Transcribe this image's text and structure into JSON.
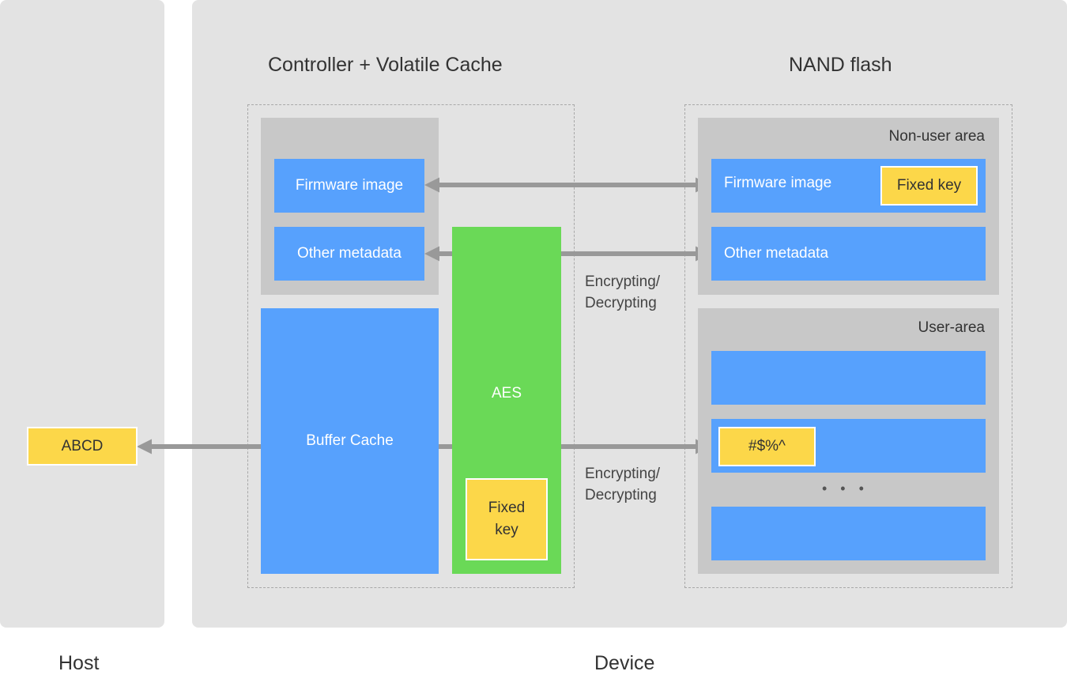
{
  "sections": {
    "host_label": "Host",
    "device_label": "Device",
    "controller_title": "Controller + Volatile Cache",
    "nand_title": "NAND flash"
  },
  "controller": {
    "firmware_image": "Firmware image",
    "other_metadata": "Other metadata",
    "buffer_cache": "Buffer Cache",
    "aes": "AES",
    "fixed_key_line1": "Fixed",
    "fixed_key_line2": "key"
  },
  "host": {
    "data_block": "ABCD"
  },
  "nand": {
    "non_user_area": "Non-user area",
    "firmware_image": "Firmware image",
    "fixed_key": "Fixed key",
    "other_metadata": "Other metadata",
    "user_area": "User-area",
    "encrypted_data": "#$%^",
    "ellipsis": "• • •"
  },
  "annotations": {
    "enc_dec_1_line1": "Encrypting/",
    "enc_dec_1_line2": "Decrypting",
    "enc_dec_2_line1": "Encrypting/",
    "enc_dec_2_line2": "Decrypting"
  },
  "colors": {
    "panel": "#e3e3e3",
    "gray_group": "#c8c8c8",
    "blue": "#57a1fd",
    "green": "#6ad957",
    "yellow": "#fcd749",
    "arrow": "#999999"
  }
}
